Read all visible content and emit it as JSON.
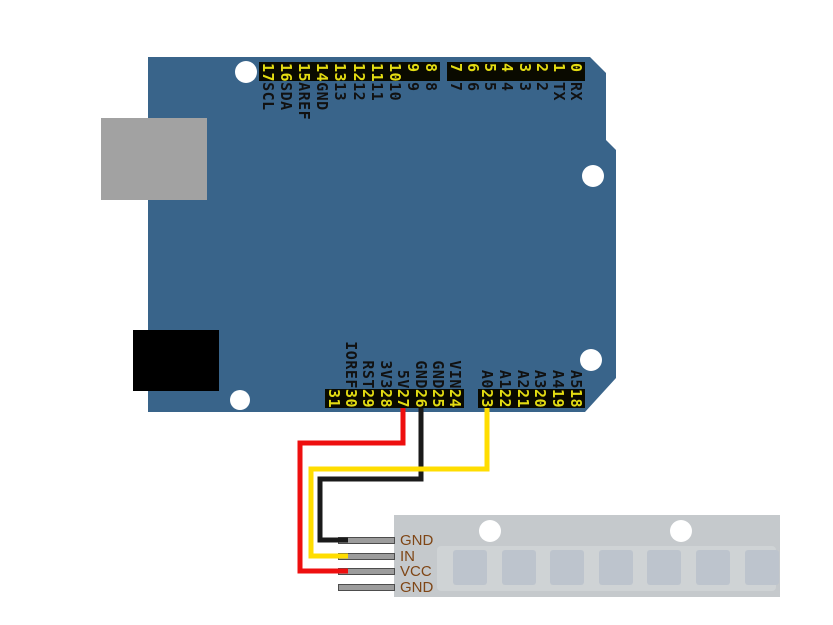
{
  "diagram": {
    "description": "Arduino Uno wired to NeoPixel LED strip",
    "background_color": "#ffffff"
  },
  "arduino": {
    "board_color": "#39648a",
    "header_strip_color": "#0a0a00",
    "pin_number_color": "#e3dc12",
    "pin_label_color": "#111111",
    "usb_connector_color": "#a2a2a2",
    "power_jack_color": "#000000",
    "hole_color": "#ffffff",
    "headers": {
      "digital_left": {
        "name": "digital-header-8-17",
        "pins": [
          {
            "num": "17",
            "label": "SCL"
          },
          {
            "num": "16",
            "label": "SDA"
          },
          {
            "num": "15",
            "label": "AREF"
          },
          {
            "num": "14",
            "label": "GND"
          },
          {
            "num": "13",
            "label": "13"
          },
          {
            "num": "12",
            "label": "12"
          },
          {
            "num": "11",
            "label": "11"
          },
          {
            "num": "10",
            "label": "10"
          },
          {
            "num": "9",
            "label": "9"
          },
          {
            "num": "8",
            "label": "8"
          }
        ]
      },
      "digital_right": {
        "name": "digital-header-0-7",
        "pins": [
          {
            "num": "7",
            "label": "7"
          },
          {
            "num": "6",
            "label": "6"
          },
          {
            "num": "5",
            "label": "5"
          },
          {
            "num": "4",
            "label": "4"
          },
          {
            "num": "3",
            "label": "3"
          },
          {
            "num": "2",
            "label": "2"
          },
          {
            "num": "1",
            "label": "TX"
          },
          {
            "num": "0",
            "label": "RX"
          }
        ]
      },
      "power": {
        "name": "power-header",
        "pins": [
          {
            "num": "31",
            "label": ""
          },
          {
            "num": "30",
            "label": "IOREF"
          },
          {
            "num": "29",
            "label": "RST"
          },
          {
            "num": "28",
            "label": "3V3"
          },
          {
            "num": "27",
            "label": "5V"
          },
          {
            "num": "26",
            "label": "GND"
          },
          {
            "num": "25",
            "label": "GND"
          },
          {
            "num": "24",
            "label": "VIN"
          }
        ]
      },
      "analog": {
        "name": "analog-header",
        "pins": [
          {
            "num": "23",
            "label": "A0"
          },
          {
            "num": "22",
            "label": "A1"
          },
          {
            "num": "21",
            "label": "A2"
          },
          {
            "num": "20",
            "label": "A3"
          },
          {
            "num": "19",
            "label": "A4"
          },
          {
            "num": "18",
            "label": "A5"
          }
        ]
      }
    }
  },
  "neopixel": {
    "body_color": "#c5c9cc",
    "inner_color": "#cfd3d5",
    "led_color": "#bdc4cd",
    "led_count": 7,
    "pad_label_color": "#7f4616",
    "pads": [
      "GND",
      "IN",
      "VCC",
      "GND"
    ]
  },
  "wires": [
    {
      "name": "wire-5v",
      "color": "#ee0f0f",
      "from_pin": "27 5V",
      "to_pad": "VCC"
    },
    {
      "name": "wire-ground",
      "color": "#1a1a1a",
      "from_pin": "26 GND",
      "to_pad": "GND"
    },
    {
      "name": "wire-signal",
      "color": "#ffdd00",
      "from_pin": "23 A0",
      "to_pad": "IN"
    }
  ]
}
